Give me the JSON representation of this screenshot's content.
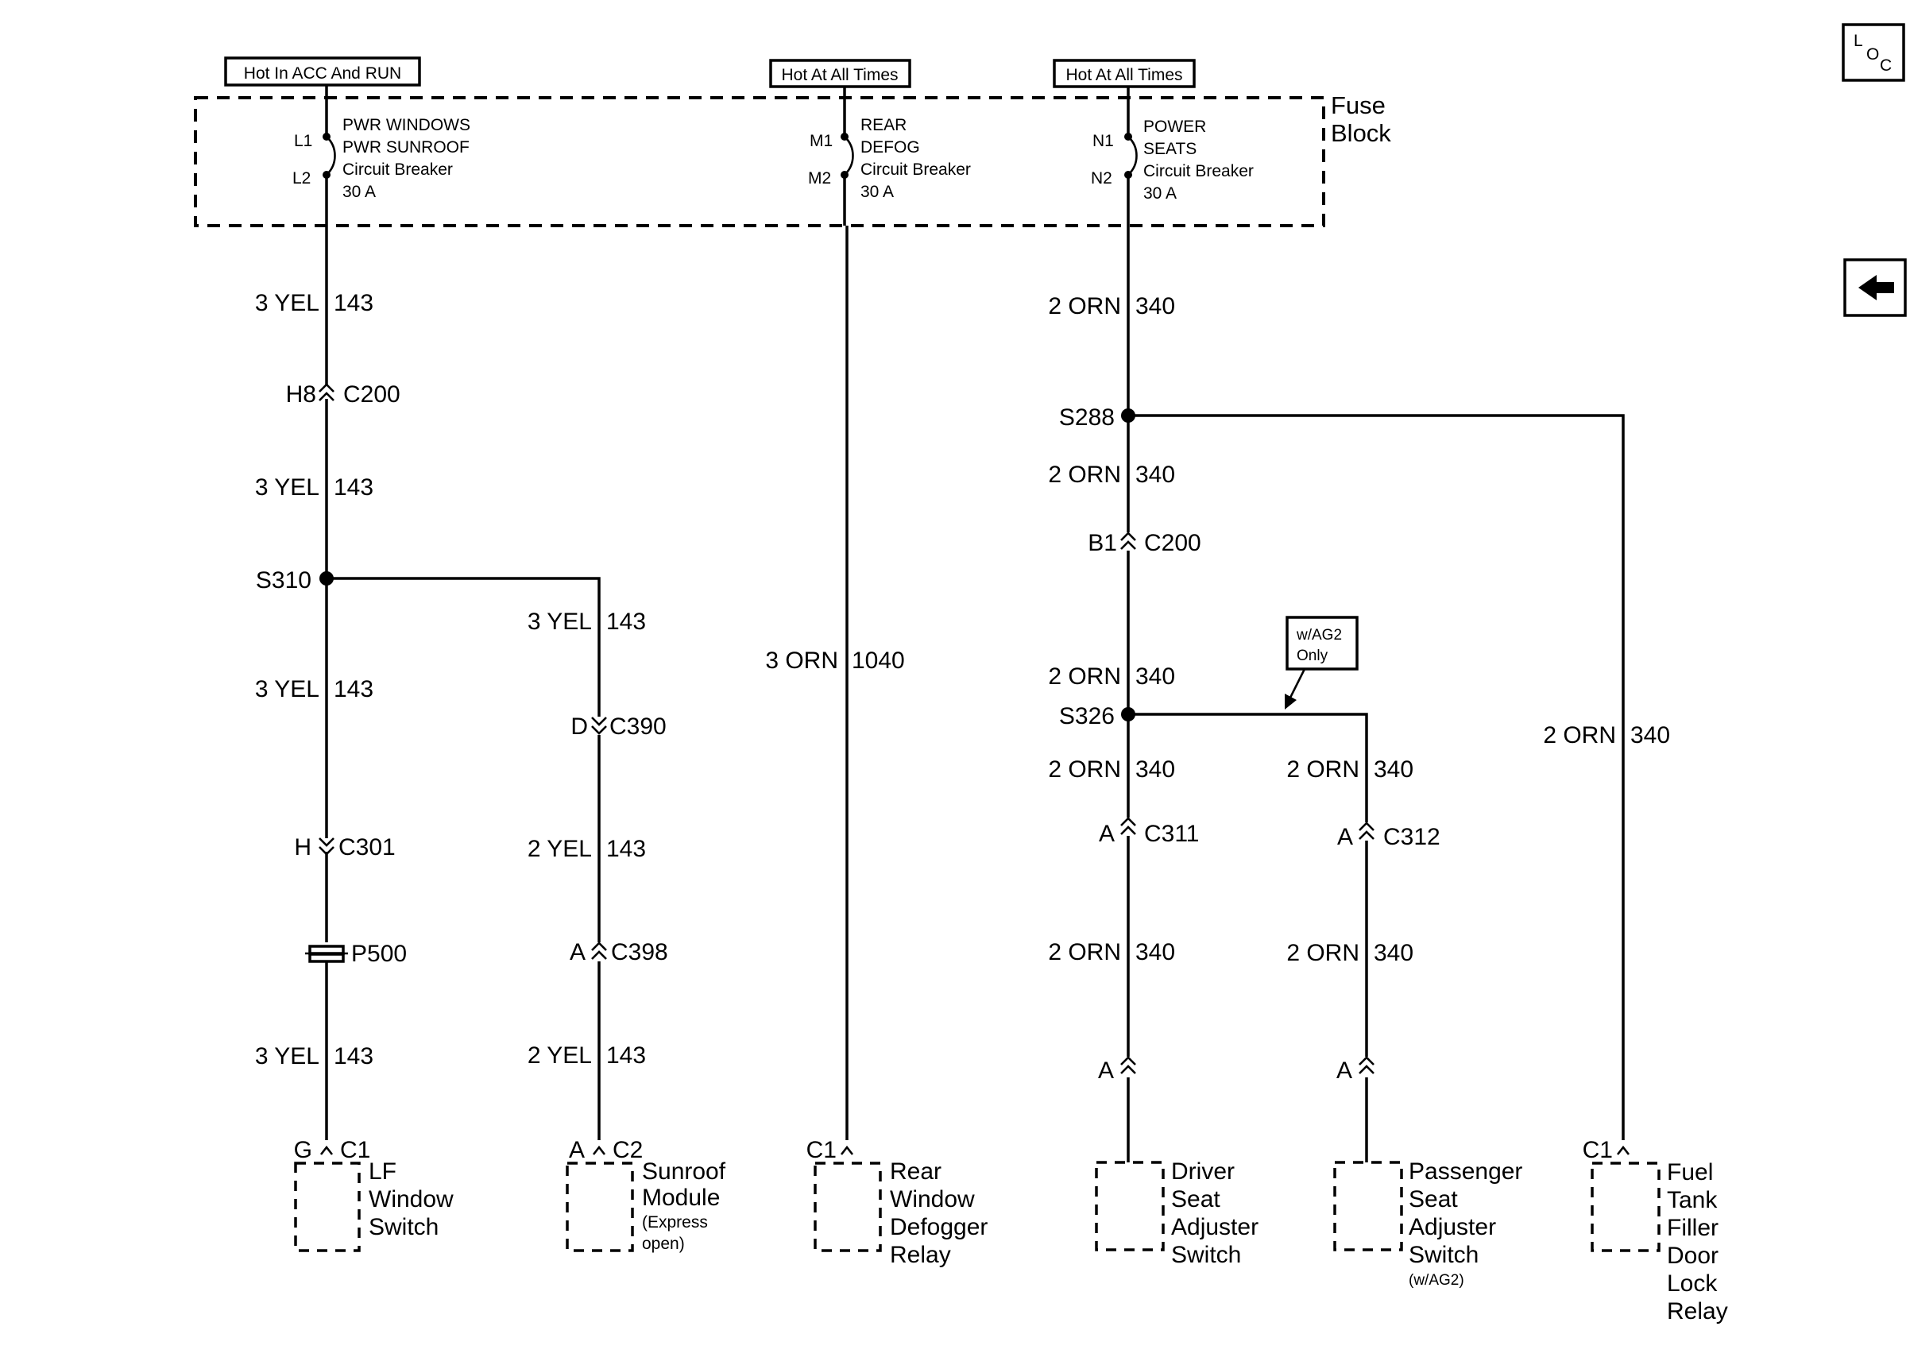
{
  "fuse_block": {
    "label_line1": "Fuse",
    "label_line2": "Block",
    "hot_labels": [
      "Hot In ACC And RUN",
      "Hot At All Times",
      "Hot At All Times"
    ],
    "breakers": [
      {
        "pin_top": "L1",
        "pin_bottom": "L2",
        "lines": [
          "PWR WINDOWS",
          "PWR SUNROOF",
          "Circuit Breaker",
          "30 A"
        ]
      },
      {
        "pin_top": "M1",
        "pin_bottom": "M2",
        "lines": [
          "REAR",
          "DEFOG",
          "Circuit Breaker",
          "30 A"
        ]
      },
      {
        "pin_top": "N1",
        "pin_bottom": "N2",
        "lines": [
          "POWER",
          "SEATS",
          "Circuit Breaker",
          "30 A"
        ]
      }
    ]
  },
  "icons": {
    "loc_letters": [
      "L",
      "O",
      "C"
    ],
    "back": "back-arrow-icon"
  },
  "note": {
    "line1": "w/AG2",
    "line2": "Only"
  },
  "wire_labels": [
    {
      "gauge": "3 YEL",
      "circuit": "143"
    },
    {
      "gauge": "3 YEL",
      "circuit": "143"
    },
    {
      "gauge": "3 YEL",
      "circuit": "143"
    },
    {
      "gauge": "3 YEL",
      "circuit": "143"
    },
    {
      "gauge": "3 YEL",
      "circuit": "143"
    },
    {
      "gauge": "2 YEL",
      "circuit": "143"
    },
    {
      "gauge": "2 YEL",
      "circuit": "143"
    },
    {
      "gauge": "3 ORN",
      "circuit": "1040"
    },
    {
      "gauge": "2 ORN",
      "circuit": "340"
    },
    {
      "gauge": "2 ORN",
      "circuit": "340"
    },
    {
      "gauge": "2 ORN",
      "circuit": "340"
    },
    {
      "gauge": "2 ORN",
      "circuit": "340"
    },
    {
      "gauge": "2 ORN",
      "circuit": "340"
    },
    {
      "gauge": "2 ORN",
      "circuit": "340"
    },
    {
      "gauge": "2 ORN",
      "circuit": "340"
    },
    {
      "gauge": "2 ORN",
      "circuit": "340"
    }
  ],
  "splices": [
    "S310",
    "S288",
    "S326"
  ],
  "connectors": [
    {
      "pin": "H8",
      "name": "C200"
    },
    {
      "pin": "D",
      "name": "C390"
    },
    {
      "pin": "H",
      "name": "C301"
    },
    {
      "pin": "A",
      "name": "C398"
    },
    {
      "pin": "B1",
      "name": "C200"
    },
    {
      "pin": "A",
      "name": "C311"
    },
    {
      "pin": "A",
      "name": "C312"
    },
    {
      "pin": "A",
      "name": ""
    },
    {
      "pin": "A",
      "name": ""
    }
  ],
  "pass_through": "P500",
  "components": [
    {
      "pin": "G",
      "conn": "C1",
      "lines": [
        "LF",
        "Window",
        "Switch"
      ],
      "note": ""
    },
    {
      "pin": "A",
      "conn": "C2",
      "lines": [
        "Sunroof",
        "Module"
      ],
      "note": "(Express\nopen)"
    },
    {
      "pin": "",
      "conn": "C1",
      "lines": [
        "Rear",
        "Window",
        "Defogger",
        "Relay"
      ],
      "note": ""
    },
    {
      "pin": "",
      "conn": "",
      "lines": [
        "Driver",
        "Seat",
        "Adjuster",
        "Switch"
      ],
      "note": ""
    },
    {
      "pin": "",
      "conn": "",
      "lines": [
        "Passenger",
        "Seat",
        "Adjuster",
        "Switch"
      ],
      "note": "(w/AG2)"
    },
    {
      "pin": "",
      "conn": "C1",
      "lines": [
        "Fuel",
        "Tank",
        "Filler",
        "Door",
        "Lock",
        "Relay"
      ],
      "note": ""
    }
  ]
}
